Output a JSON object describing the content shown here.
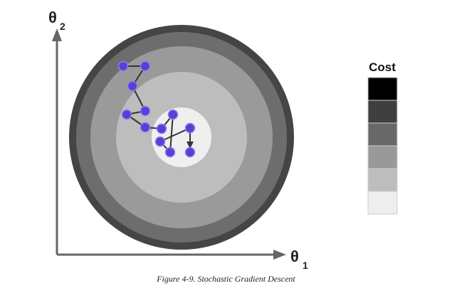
{
  "axes": {
    "y_label": "θ",
    "y_sub": "2",
    "x_label": "θ",
    "x_sub": "1"
  },
  "legend": {
    "title": "Cost",
    "swatches": [
      "#000000",
      "#3f3f3f",
      "#686868",
      "#999999",
      "#bdbdbd",
      "#eeeeee"
    ]
  },
  "contour_colors": [
    "#454545",
    "#6d6d6d",
    "#9a9a9a",
    "#bdbdbd",
    "#efefef"
  ],
  "path_color": "#5a3fd6",
  "caption": "Figure 4-9. Stochastic Gradient Descent"
}
